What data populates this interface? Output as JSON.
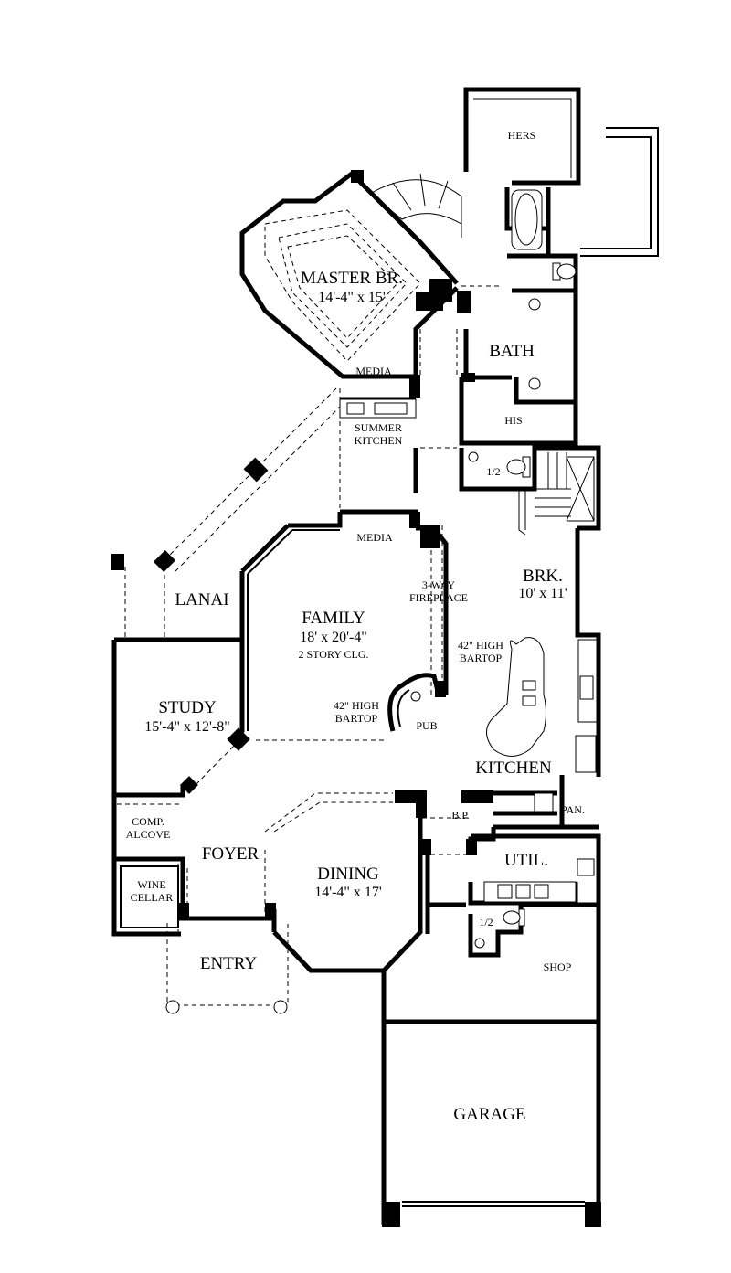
{
  "labels": {
    "hers": "HERS",
    "master_name": "MASTER BR.",
    "master_dims": "14'-4\" x 15'",
    "bath": "BATH",
    "media_top": "MEDIA",
    "his": "HIS",
    "summer_1": "SUMMER",
    "summer_2": "KITCHEN",
    "half_bath_1": "1/2",
    "media_mid": "MEDIA",
    "fireplace_1": "3-WAY",
    "fireplace_2": "FIREPLACE",
    "brk_name": "BRK.",
    "brk_dims": "10' x 11'",
    "lanai": "LANAI",
    "family_name": "FAMILY",
    "family_dims": "18' x 20'-4\"",
    "family_note": "2 STORY CLG.",
    "bartop_r_1": "42\" HIGH",
    "bartop_r_2": "BARTOP",
    "study_name": "STUDY",
    "study_dims": "15'-4\" x 12'-8\"",
    "bartop_l_1": "42\" HIGH",
    "bartop_l_2": "BARTOP",
    "pub": "PUB",
    "kitchen": "KITCHEN",
    "comp_1": "COMP.",
    "comp_2": "ALCOVE",
    "bp": "B.P.",
    "pan": "PAN.",
    "foyer": "FOYER",
    "dining_name": "DINING",
    "dining_dims": "14'-4\" x 17'",
    "util": "UTIL.",
    "wine_1": "WINE",
    "wine_2": "CELLAR",
    "half_bath_2": "1/2",
    "shop": "SHOP",
    "entry": "ENTRY",
    "garage": "GARAGE"
  }
}
